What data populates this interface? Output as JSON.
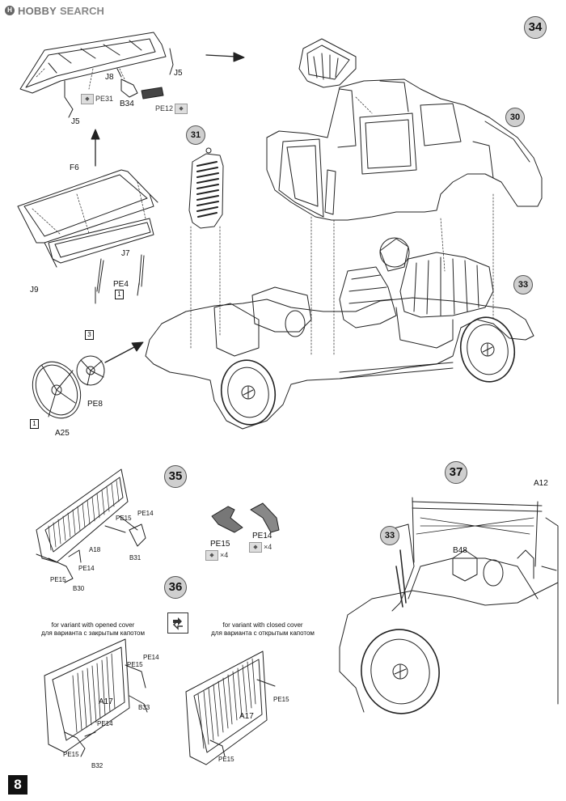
{
  "watermark": {
    "brand_part1": "HOBBY",
    "brand_part2": "SEARCH"
  },
  "page_number": "8",
  "steps": [
    {
      "number": "34"
    },
    {
      "number": "35"
    },
    {
      "number": "36"
    },
    {
      "number": "37"
    },
    {
      "number": "30"
    },
    {
      "number": "31"
    },
    {
      "number": "33"
    },
    {
      "number": "33"
    }
  ],
  "part_labels": {
    "j5_top": "J5",
    "j8": "J8",
    "j5_left": "J5",
    "b34": "B34",
    "pe31": "PE31",
    "pe12": "PE12",
    "f6": "F6",
    "j7": "J7",
    "j9": "J9",
    "pe4": "PE4",
    "pe8": "PE8",
    "a25": "A25",
    "s35_pe15": "PE15",
    "s35_pe14": "PE14",
    "s35_a18": "A18",
    "s35_b31": "B31",
    "s35_pe14b": "PE14",
    "s35_pe15b": "PE15",
    "s35_b30": "B30",
    "mid_pe15": "PE15",
    "mid_pe14": "PE14",
    "mid_x4a": "×4",
    "mid_x4b": "×4",
    "s36l_pe14": "PE14",
    "s36l_pe15": "PE15",
    "s36l_a17": "A17",
    "s36l_b33": "B33",
    "s36l_pe14b": "PE14",
    "s36l_pe15b": "PE15",
    "s36l_b32": "B32",
    "s36r_pe15": "PE15",
    "s36r_a17": "A17",
    "s36r_pe15b": "PE15",
    "a12": "A12",
    "b48": "B48"
  },
  "box_numbers": {
    "pe4_qty": "1",
    "pe8_qty": "3",
    "a25_qty": "1"
  },
  "variant_notes": {
    "left_en": "for variant with opened cover",
    "left_ru": "для варианта с закрытым капотом",
    "right_en": "for variant with closed cover",
    "right_ru": "для варианта с открытым капотом"
  },
  "icons": {
    "pe_part": "photo-etch-icon",
    "variant": "variant-swap-icon"
  },
  "colors": {
    "step_fill": "#cfcfcf",
    "line": "#222222",
    "page_num_bg": "#111111"
  }
}
